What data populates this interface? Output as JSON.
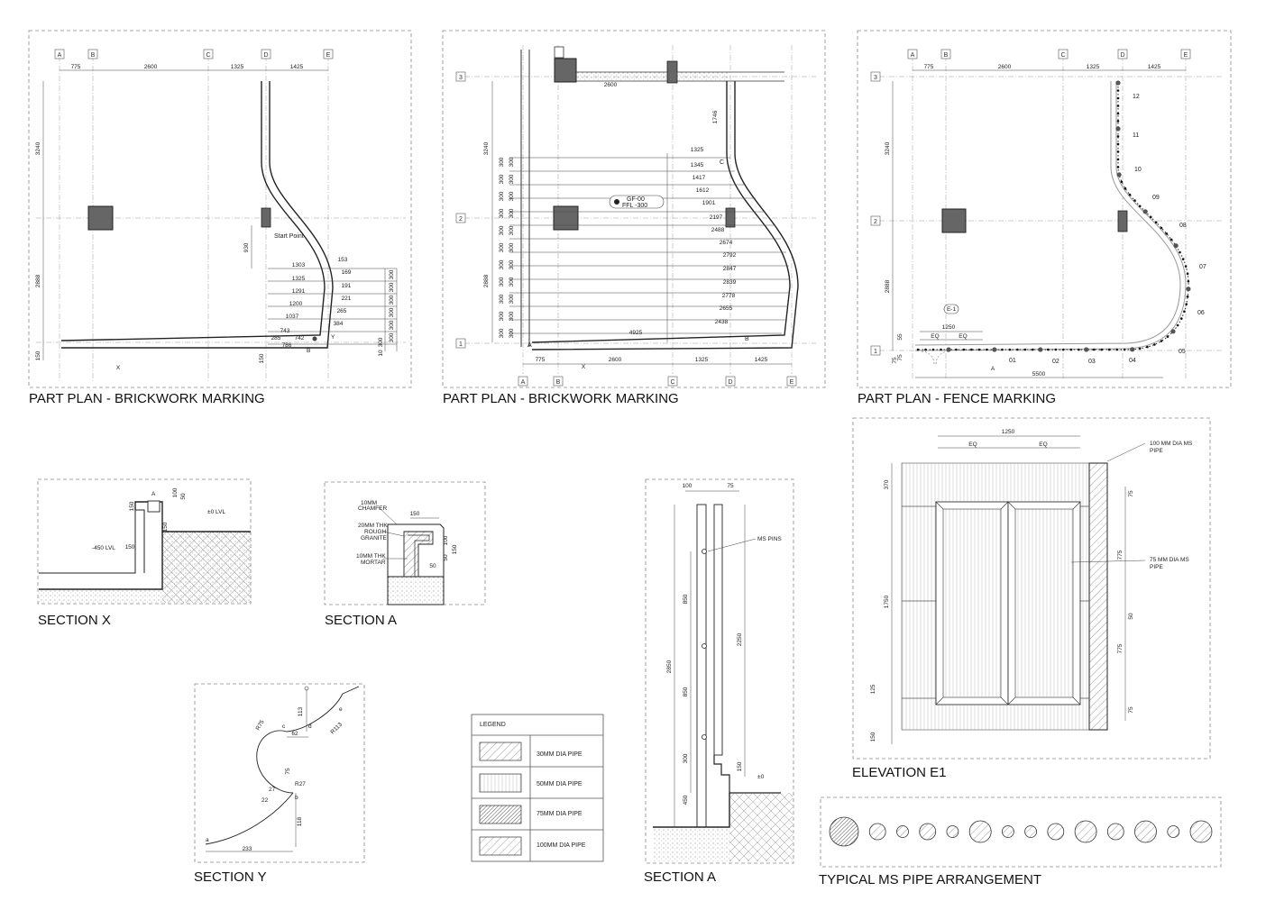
{
  "titles": {
    "plan1": "PART PLAN - BRICKWORK MARKING",
    "plan2": "PART PLAN - BRICKWORK MARKING",
    "plan3": "PART PLAN - FENCE MARKING",
    "section_x": "SECTION X",
    "section_a1": "SECTION A",
    "section_y": "SECTION Y",
    "section_a2": "SECTION A",
    "elevation": "ELEVATION E1",
    "arrangement": "TYPICAL MS PIPE ARRANGEMENT"
  },
  "grid": {
    "cols": [
      "A",
      "B",
      "C",
      "D",
      "E"
    ],
    "rows": [
      "1",
      "2",
      "3"
    ],
    "spacings": [
      "775",
      "2600",
      "1325",
      "1425"
    ]
  },
  "plan1": {
    "start_point": "Start Point",
    "left_dims": [
      "3240",
      "2888",
      "150"
    ],
    "dim_930": "930",
    "widths": [
      "1303",
      "1325",
      "1291",
      "1200",
      "1037",
      "743"
    ],
    "offsets": [
      "153",
      "169",
      "191",
      "221",
      "265",
      "384"
    ],
    "bottom": [
      "285",
      "742",
      "786"
    ],
    "steps": [
      "300",
      "300",
      "300",
      "300",
      "300",
      "300",
      "300"
    ],
    "edge": [
      "150",
      "10"
    ],
    "marks": [
      "X",
      "Y",
      "B"
    ]
  },
  "plan2": {
    "top_dim": "2600",
    "side_dim": "1746",
    "left_dims": [
      "3240",
      "2888"
    ],
    "steps": [
      "300",
      "300",
      "300",
      "300",
      "300",
      "300",
      "300",
      "300",
      "300",
      "300",
      "300",
      "300",
      "300",
      "300",
      "300",
      "300",
      "300",
      "300",
      "300",
      "300",
      "300",
      "300"
    ],
    "lengths": [
      "1325",
      "1345",
      "1417",
      "1612",
      "1901",
      "2197",
      "2488",
      "2674",
      "2792",
      "2847",
      "2839",
      "2778",
      "2655",
      "2438"
    ],
    "bottom_len": "4925",
    "level_tag": [
      "GF-00",
      "FFL -300"
    ],
    "marks": [
      "A",
      "B",
      "C",
      "X"
    ]
  },
  "plan3": {
    "posts": [
      "12",
      "11",
      "10",
      "09",
      "08",
      "07",
      "06",
      "05",
      "04",
      "03",
      "02",
      "01"
    ],
    "dims": [
      "1250",
      "EQ",
      "EQ",
      "55",
      "75",
      "75",
      "5500"
    ],
    "tag": "E-1",
    "left_dims": [
      "3240",
      "2888"
    ],
    "mark": "A"
  },
  "section_x": {
    "labels": [
      "±0 LVL",
      "-450 LVL",
      "150",
      "150",
      "100",
      "50",
      "150",
      "A"
    ]
  },
  "section_a1": {
    "labels": [
      "10MM",
      "CHAMFER",
      "20MM THK",
      "ROUGH",
      "GRANITE",
      "10MM THK",
      "MORTAR"
    ],
    "dims": [
      "150",
      "100",
      "150",
      "50",
      "50"
    ]
  },
  "section_y": {
    "labels": [
      "R75",
      "R113",
      "R27",
      "62",
      "113",
      "75",
      "233",
      "118",
      "27",
      "22",
      "a",
      "b",
      "c",
      "d",
      "e"
    ]
  },
  "legend": {
    "title": "LEGEND",
    "items": [
      "30MM DIA PIPE",
      "50MM DIA PIPE",
      "75MM DIA PIPE",
      "100MM DIA PIPE"
    ]
  },
  "section_a2": {
    "labels": [
      "MS PINS",
      "±0"
    ],
    "dims": [
      "100",
      "75",
      "850",
      "850",
      "300",
      "2250",
      "2850",
      "450",
      "150"
    ]
  },
  "elevation": {
    "top_dims": [
      "1250",
      "EQ",
      "EQ"
    ],
    "labels": [
      "100 MM DIA MS",
      "PIPE",
      "75 MM DIA MS",
      "PIPE"
    ],
    "left_dims": [
      "370",
      "1750",
      "125",
      "150"
    ],
    "right_dims": [
      "75",
      "775",
      "50",
      "775",
      "75"
    ]
  },
  "arrangement": {
    "pipes": [
      100,
      50,
      30,
      50,
      30,
      75,
      30,
      30,
      50,
      75,
      50,
      75,
      30,
      75
    ]
  }
}
